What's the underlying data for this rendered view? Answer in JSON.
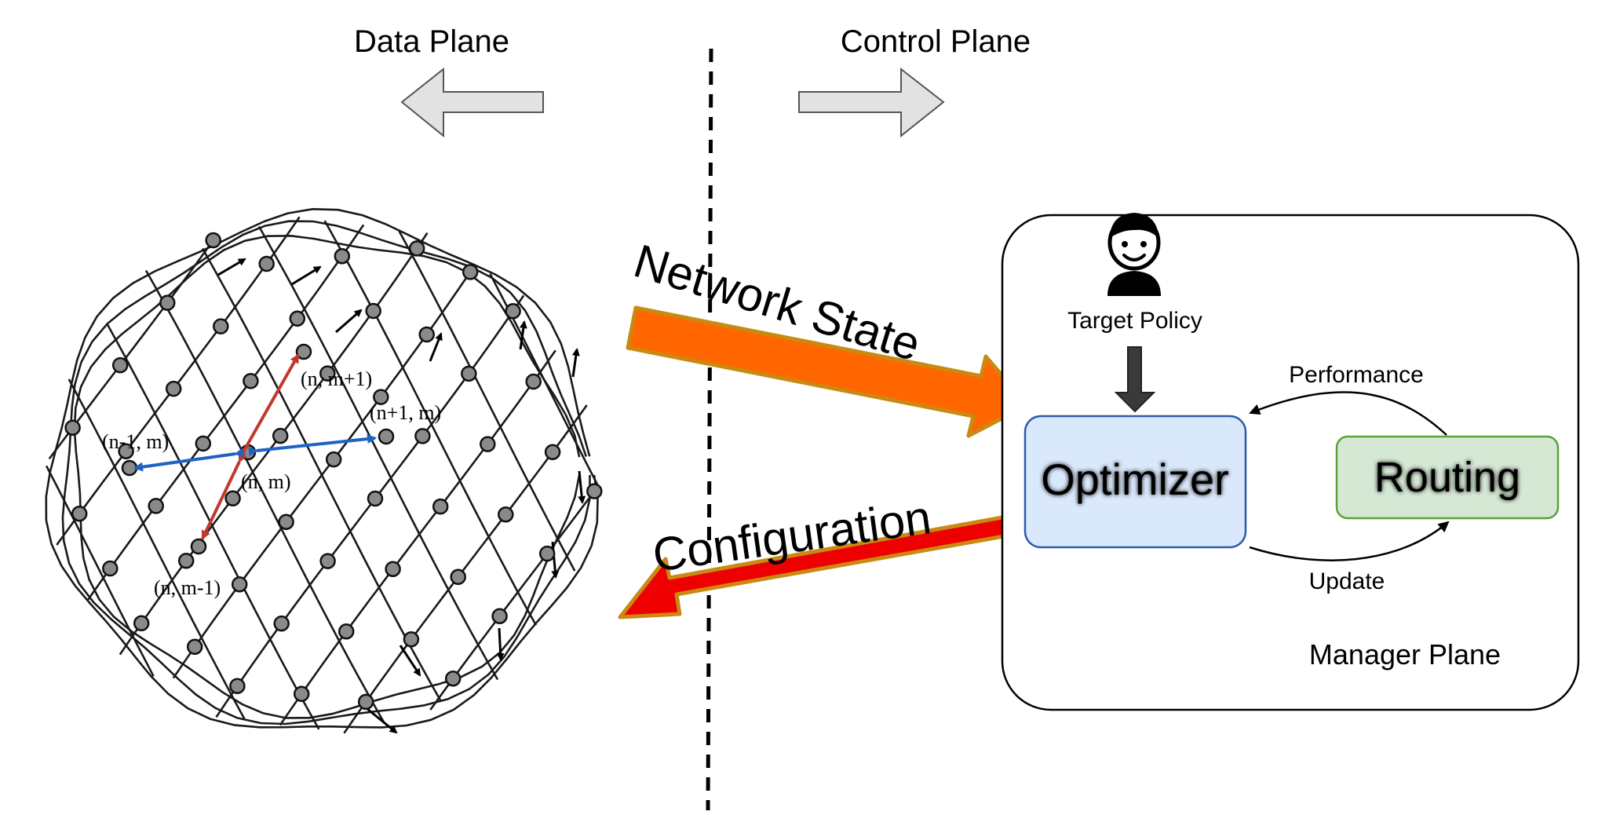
{
  "planes": {
    "data_plane": "Data Plane",
    "control_plane": "Control Plane",
    "manager_plane": "Manager Plane"
  },
  "flows": {
    "network_state": "Network State",
    "configuration": "Configuration"
  },
  "manager": {
    "target_policy": "Target Policy",
    "optimizer": "Optimizer",
    "routing": "Routing",
    "performance": "Performance",
    "update": "Update"
  },
  "constellation": {
    "center": "(n, m)",
    "up": "(n, m+1)",
    "down": "(n, m-1)",
    "left": "(n-1, m)",
    "right": "(n+1, m)"
  },
  "colors": {
    "optimizer_fill": "#dae8fc",
    "optimizer_stroke": "#2d5ba8",
    "routing_fill": "#d5e8d4",
    "routing_stroke": "#5aa13a",
    "arrow_orange": "#ff6600",
    "arrow_red": "#ee0000",
    "arrow_edge": "#c98a12",
    "plane_arrow_fill": "#e2e2e2",
    "link_red": "#c0392b",
    "link_blue": "#1f63c2",
    "node_fill": "#8a8a8a"
  },
  "icons": {
    "person": "person-icon"
  }
}
